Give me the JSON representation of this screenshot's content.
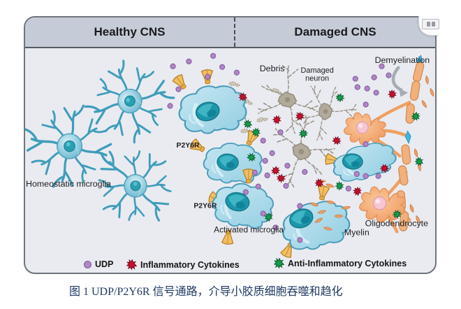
{
  "figure": {
    "header": {
      "healthy": "Healthy CNS",
      "damaged": "Damaged CNS"
    },
    "labels": {
      "homeostatic": "Homeostatic microglia",
      "debris": "Debris",
      "damaged_neuron_line1": "Damaged",
      "damaged_neuron_line2": "neuron",
      "demyelination": "Demyelination",
      "p2y6r_1": "P2Y6R",
      "p2y6r_2": "P2Y6R",
      "activated": "Activated microglia",
      "oligodendrocyte": "Oligodendrocyte",
      "myelin": "Myelin"
    },
    "legend": [
      {
        "icon": "udp-dot",
        "label": "UDP",
        "color": "#b185c7"
      },
      {
        "icon": "inflammatory-cytokine",
        "label": "Inflammatory Cytokines",
        "color": "#c8102e"
      },
      {
        "icon": "anti-inflammatory-cytokine",
        "label": "Anti-Inflammatory Cytokines",
        "color": "#159a49"
      }
    ]
  },
  "caption": "图 1 UDP/P2Y6R 信号通路，介导小胶质细胞吞噬和趋化",
  "palette": {
    "header_bg": "#c5ccd7",
    "body_bg": "#e9ebf1",
    "frame_border": "#70757c",
    "caption_text": "#1f3864",
    "udp": "#b185c7",
    "inflammatory": "#c8102e",
    "anti_inflammatory": "#159a49",
    "microglia_blue": "#96d0e4",
    "receptor_gold": "#f2c060",
    "neuron_tan": "#b2aa9b",
    "oligo_orange": "#f2a269",
    "myelin_fragment": "#f0a068",
    "debris_gray": "#cfc7b6"
  },
  "scatter": {
    "udp": [
      [
        247,
        95
      ],
      [
        270,
        88
      ],
      [
        305,
        80
      ],
      [
        318,
        96
      ],
      [
        297,
        110
      ],
      [
        339,
        104
      ],
      [
        255,
        128
      ],
      [
        243,
        152
      ],
      [
        402,
        190
      ],
      [
        377,
        202
      ],
      [
        390,
        220
      ],
      [
        380,
        231
      ],
      [
        365,
        248
      ],
      [
        383,
        252
      ],
      [
        412,
        238
      ],
      [
        437,
        247
      ],
      [
        370,
        268
      ],
      [
        410,
        267
      ],
      [
        352,
        276
      ],
      [
        377,
        307
      ],
      [
        395,
        327
      ],
      [
        430,
        296
      ],
      [
        510,
        113
      ],
      [
        537,
        111
      ],
      [
        513,
        125
      ],
      [
        525,
        150
      ],
      [
        548,
        95
      ],
      [
        558,
        108
      ],
      [
        527,
        127
      ],
      [
        540,
        133
      ],
      [
        525,
        207
      ],
      [
        512,
        250
      ],
      [
        500,
        271
      ],
      [
        525,
        253
      ],
      [
        543,
        253
      ],
      [
        430,
        345
      ]
    ],
    "inflammatory": [
      [
        348,
        139
      ],
      [
        397,
        172
      ],
      [
        430,
        167
      ],
      [
        483,
        202
      ],
      [
        563,
        135
      ],
      [
        395,
        245
      ],
      [
        403,
        256
      ],
      [
        458,
        263
      ],
      [
        513,
        275
      ],
      [
        552,
        242
      ]
    ],
    "anti_inflammatory": [
      [
        355,
        178
      ],
      [
        367,
        190
      ],
      [
        435,
        192
      ],
      [
        360,
        226
      ],
      [
        487,
        267
      ],
      [
        597,
        167
      ],
      [
        488,
        140
      ],
      [
        602,
        232
      ],
      [
        385,
        312
      ],
      [
        570,
        308
      ]
    ],
    "myelin_fragments": [
      [
        450,
        295,
        20
      ],
      [
        462,
        306,
        -15
      ],
      [
        474,
        292,
        10
      ],
      [
        486,
        312,
        0
      ],
      [
        458,
        318,
        -30
      ],
      [
        470,
        330,
        15
      ],
      [
        497,
        300,
        -10
      ],
      [
        461,
        262,
        0
      ],
      [
        473,
        268,
        20
      ],
      [
        612,
        115,
        80
      ],
      [
        619,
        133,
        70
      ],
      [
        608,
        150,
        60
      ],
      [
        596,
        220,
        75
      ],
      [
        601,
        240,
        80
      ],
      [
        590,
        300,
        70
      ],
      [
        599,
        316,
        65
      ]
    ],
    "debris": [
      [
        352,
        145,
        10
      ],
      [
        373,
        172,
        -20
      ],
      [
        345,
        163,
        35
      ],
      [
        333,
        120,
        0
      ],
      [
        395,
        130,
        15
      ],
      [
        317,
        148,
        5
      ],
      [
        328,
        158,
        -15
      ],
      [
        338,
        150,
        25
      ],
      [
        310,
        166,
        40
      ],
      [
        350,
        188,
        -10
      ]
    ]
  }
}
